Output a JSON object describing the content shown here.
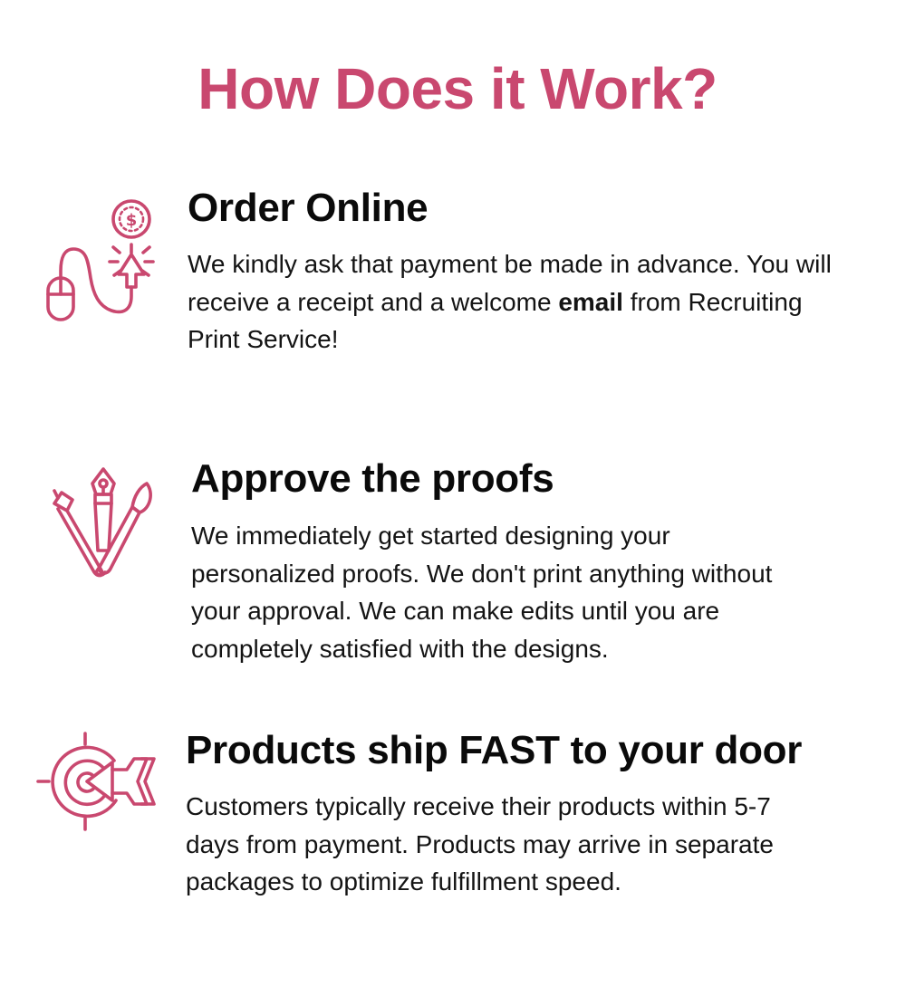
{
  "header": {
    "title": "How Does it Work?"
  },
  "colors": {
    "accent": "#c9486f",
    "text": "#111111",
    "background": "#ffffff"
  },
  "steps": [
    {
      "icon": "mouse-click-payment-icon",
      "title": "Order Online",
      "body_part1": "We kindly ask that payment be made in advance. You will receive a receipt and a welcome ",
      "body_bold": "email",
      "body_part2": " from Recruiting Print Service!"
    },
    {
      "icon": "design-tools-icon",
      "title": "Approve the proofs",
      "body": "We immediately get started designing your personalized proofs. We don't print anything without your approval. We can make edits until you are completely satisfied with the designs."
    },
    {
      "icon": "target-arrow-icon",
      "title": "Products ship FAST to your door",
      "body": "Customers typically receive their products within 5-7 days from payment. Products may arrive in separate packages to optimize fulfillment speed."
    }
  ]
}
